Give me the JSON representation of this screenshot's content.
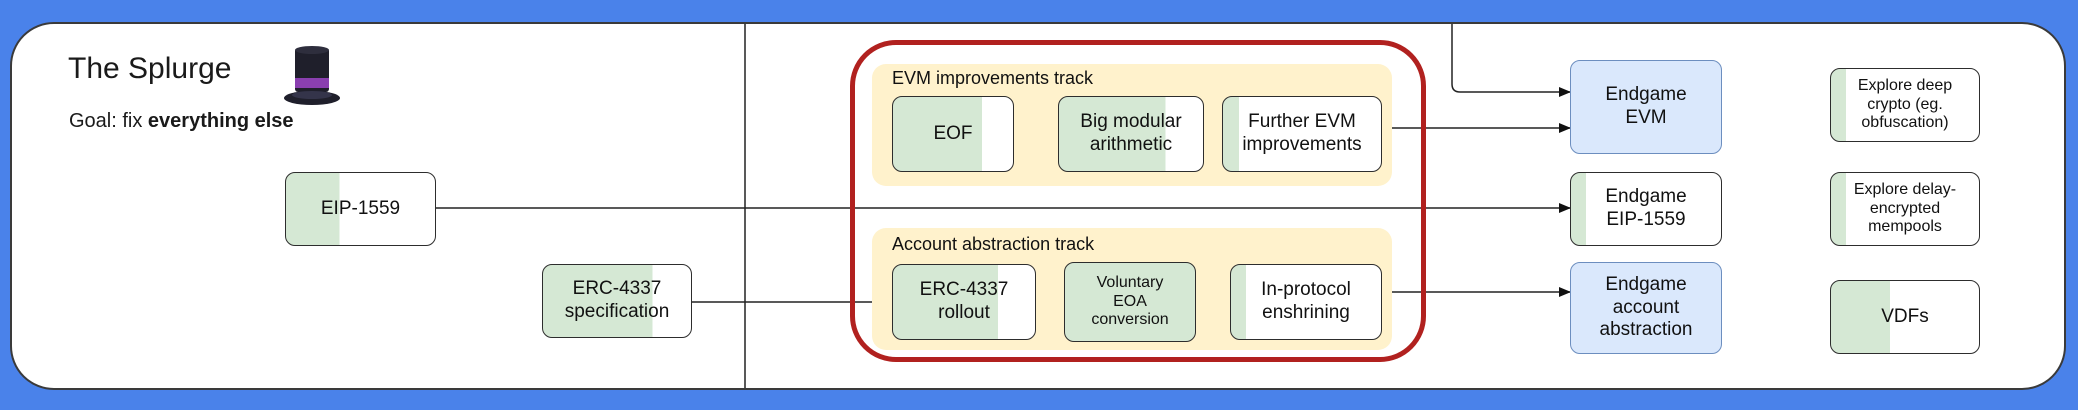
{
  "title": "The Splurge",
  "goal": {
    "prefix": "Goal: fix ",
    "emphasis": "everything else"
  },
  "icons": {
    "hat": "top-hat-icon"
  },
  "colors": {
    "background": "#4a82ea",
    "green_fill": "#d5e8d4",
    "blue_fill": "#dae8fc",
    "track_fill": "#fff2cc",
    "highlight": "#b1211f"
  },
  "boxes": {
    "eip1559": "EIP-1559",
    "erc4337_spec": "ERC-4337\nspecification"
  },
  "evm_track": {
    "label": "EVM improvements track",
    "eof": "EOF",
    "big_modular": "Big modular\narithmetic",
    "further_evm": "Further EVM\nimprovements"
  },
  "aa_track": {
    "label": "Account abstraction track",
    "erc4337_rollout": "ERC-4337\nrollout",
    "voluntary_eoa": "Voluntary\nEOA\nconversion",
    "in_protocol": "In-protocol\nenshrining"
  },
  "endgames": {
    "evm": "Endgame\nEVM",
    "eip1559": "Endgame\nEIP-1559",
    "aa": "Endgame\naccount\nabstraction"
  },
  "explore": {
    "crypto": "Explore deep\ncrypto (eg.\nobfuscation)",
    "mempools": "Explore delay-\nencrypted\nmempools",
    "vdfs": "VDFs"
  }
}
